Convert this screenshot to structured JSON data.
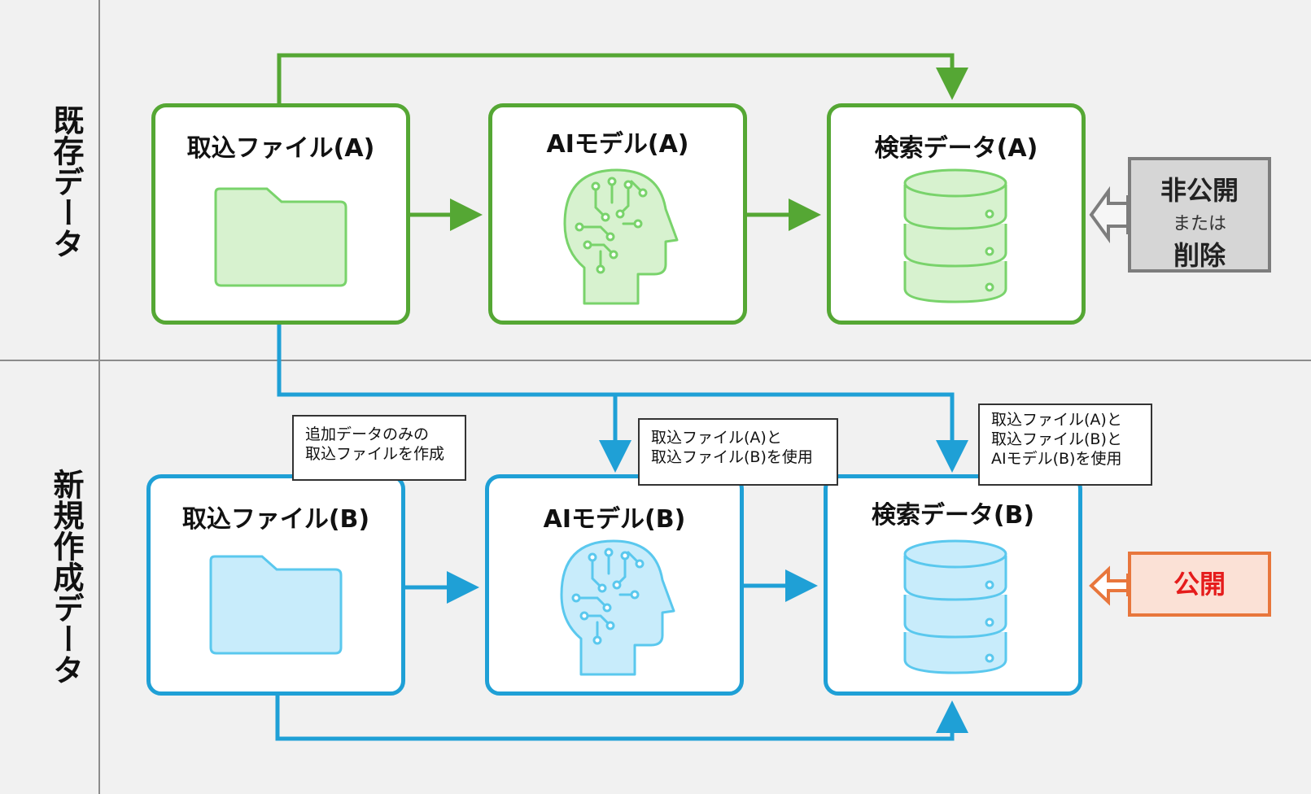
{
  "row_labels": {
    "existing": "既存データ",
    "new": "新規作成データ"
  },
  "boxes": {
    "import_a": "取込ファイル(A)",
    "ai_a": "AIモデル(A)",
    "search_a": "検索データ(A)",
    "import_b": "取込ファイル(B)",
    "ai_b": "AIモデル(B)",
    "search_b": "検索データ(B)"
  },
  "notes": {
    "import_b": "追加データのみの\n取込ファイルを作成",
    "ai_b": "取込ファイル(A)と\n取込ファイル(B)を使用",
    "search_b": "取込ファイル(A)と\n取込ファイル(B)と\nAIモデル(B)を使用"
  },
  "status": {
    "private_line1": "非公開",
    "private_line2": "または",
    "private_line3": "削除",
    "public": "公開"
  },
  "icons": [
    "folder-icon",
    "ai-head-icon",
    "database-icon"
  ],
  "colors": {
    "green": "#55a734",
    "green_fill": "#d7f2cf",
    "green_icon": "#79d36b",
    "blue": "#1fa0d6",
    "blue_fill": "#c8ecfb",
    "blue_icon": "#5ac8ee",
    "private_fill": "#d6d6d6",
    "private_border": "#7d7d7d",
    "public_fill": "#fbe1d6",
    "public_border": "#e8763c",
    "public_text": "#e51c1c"
  }
}
